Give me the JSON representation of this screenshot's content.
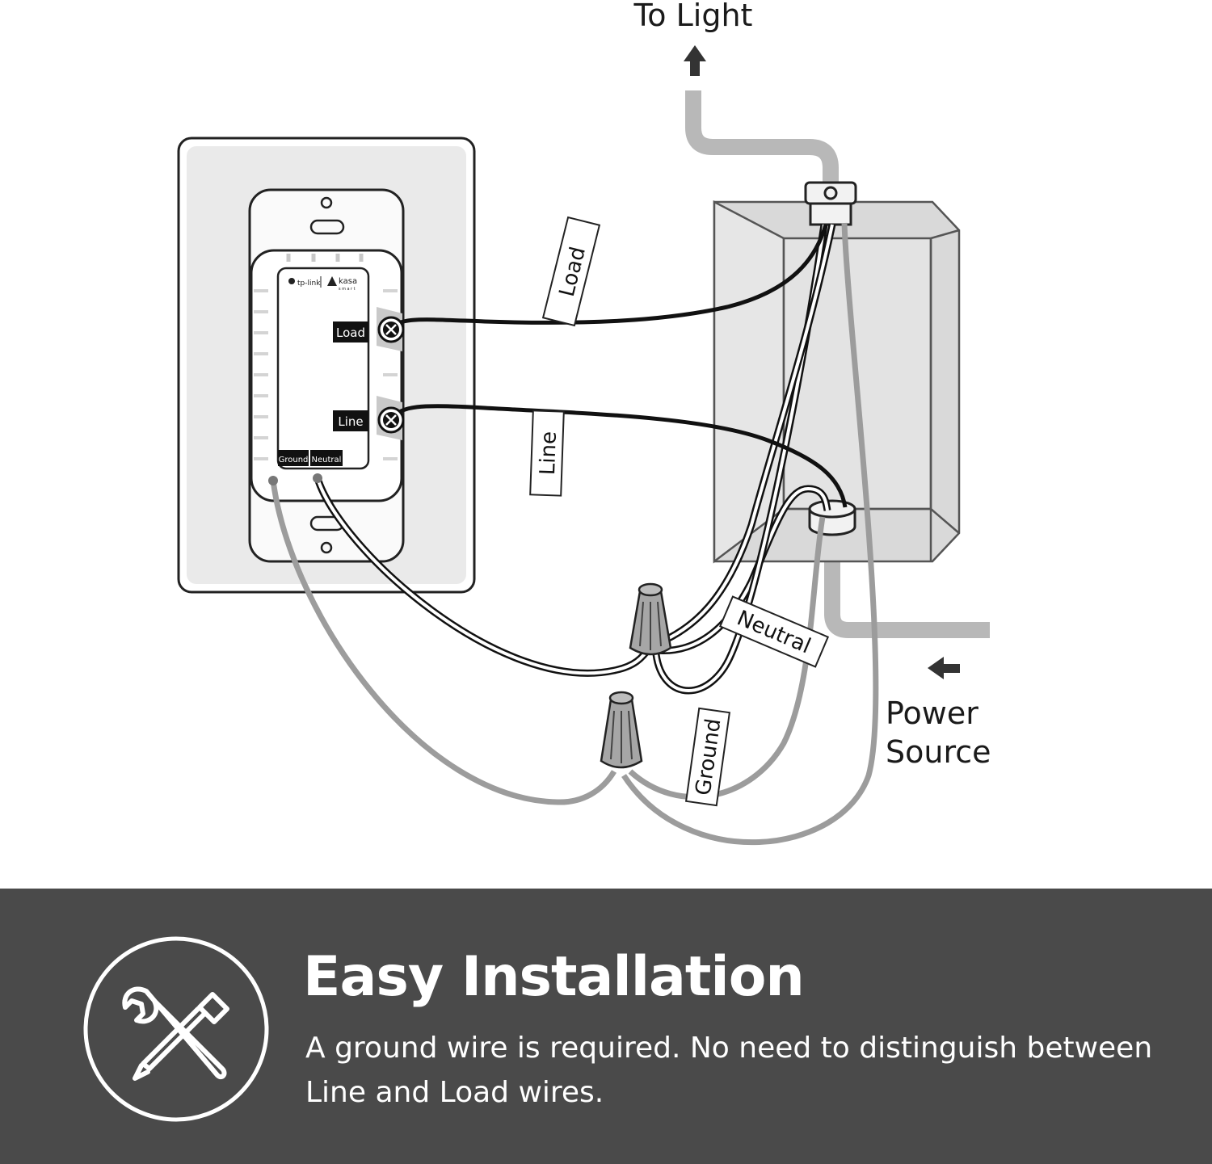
{
  "diagram": {
    "to_light_label": "To Light",
    "power_source_label_line1": "Power",
    "power_source_label_line2": "Source",
    "wire_tags": {
      "load": "Load",
      "line": "Line",
      "neutral": "Neutral",
      "ground": "Ground"
    },
    "switch": {
      "brand_tplink": "tp-link",
      "brand_kasa": "kasa",
      "brand_kasa_sub": "smart",
      "terminal_load": "Load",
      "terminal_line": "Line",
      "terminal_ground": "Ground",
      "terminal_neutral": "Neutral"
    },
    "icons": {
      "to_light_arrow": "arrow-up-icon",
      "power_source_arrow": "arrow-left-icon",
      "terminal_screw": "screw-icon",
      "wire_nut": "wire-nut-icon"
    }
  },
  "banner": {
    "title": "Easy Installation",
    "description": "A ground wire is required. No need to distinguish between Line and Load wires.",
    "icon": "wrench-screwdriver-icon",
    "background_color": "#4a4a4a",
    "text_color": "#ffffff"
  }
}
